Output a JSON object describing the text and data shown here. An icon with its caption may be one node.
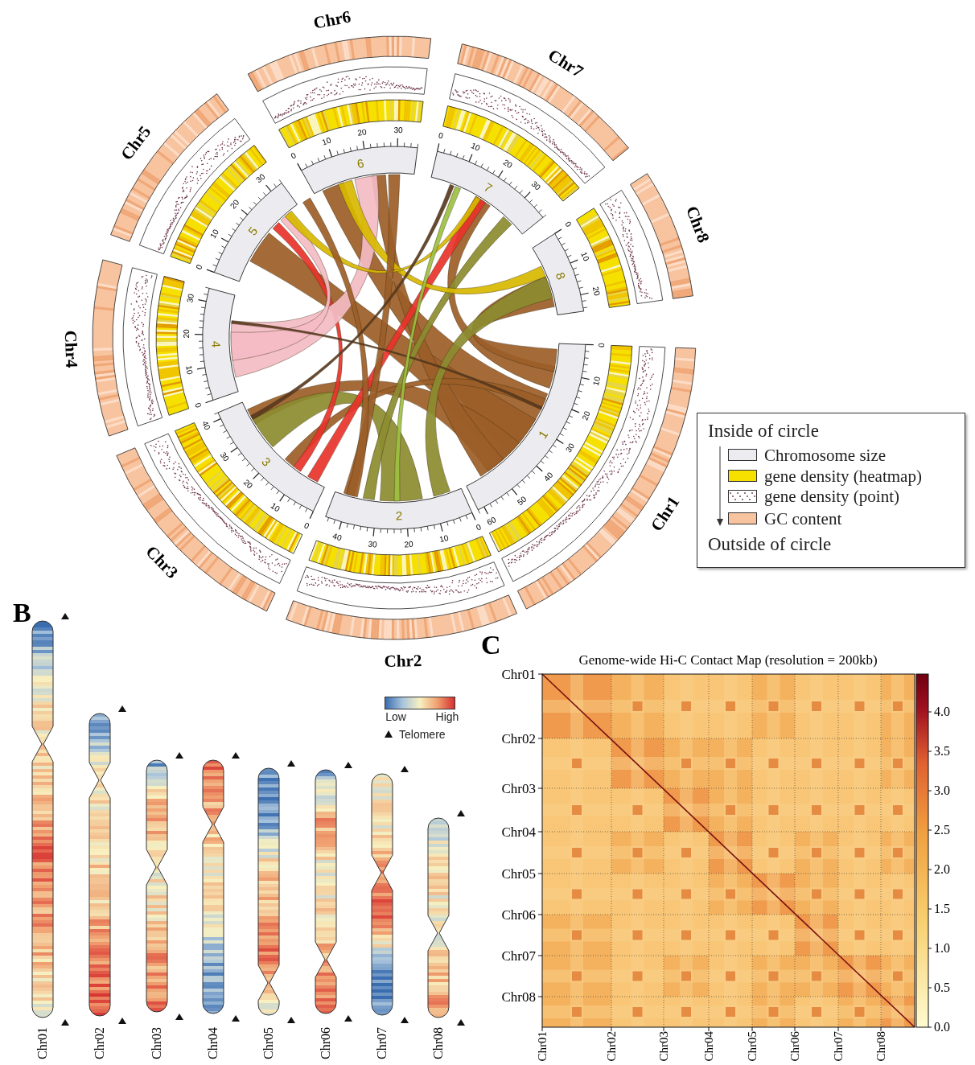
{
  "diagram": {
    "labels": [
      "Chr1",
      "1",
      "0",
      "10",
      "20",
      "30",
      "40",
      "50",
      "60",
      "Chr2",
      "2",
      "40",
      "30",
      "20",
      "10",
      "0",
      "Chr3",
      "3",
      "0",
      "10",
      "20",
      "30",
      "40",
      "Chr4",
      "4",
      "0",
      "10",
      "20",
      "30",
      "Chr5",
      "5",
      "0",
      "10",
      "20",
      "30",
      "Chr6",
      "6",
      "0",
      "10",
      "20",
      "30",
      "Chr7",
      "7",
      "0",
      "10",
      "20",
      "30",
      "Chr8",
      "8",
      "0",
      "10",
      "20",
      "Inside of circle",
      "Outside of circle",
      "B",
      "Low",
      "High",
      "Chr01",
      "Chr02",
      "Chr03",
      "Chr04",
      "Chr05",
      "Chr06",
      "Chr07",
      "Chr08",
      "C",
      "Genome-wide Hi-C Contact Map (resolution = 200kb)",
      "Chr01",
      "Chr02",
      "Chr03",
      "Chr04",
      "Chr05",
      "Chr06",
      "Chr07",
      "Chr08",
      "Chr01",
      "Chr02",
      "Chr03",
      "Chr04",
      "Chr05",
      "Chr06",
      "Chr07",
      "Chr08",
      "4.0",
      "3.5",
      "3.0",
      "2.5",
      "2.0",
      "1.5",
      "1.0",
      "0.5",
      "0.0"
    ],
    "legend": [
      {
        "text": "Chromosome size",
        "color": "#ececf0"
      },
      {
        "text": "gene density (heatmap)",
        "color": "#f5e000"
      },
      {
        "text": "gene density (point)"
      },
      {
        "text": "GC content",
        "color": "#f8c4a0"
      },
      {
        "text": "Telomere"
      }
    ]
  }
}
